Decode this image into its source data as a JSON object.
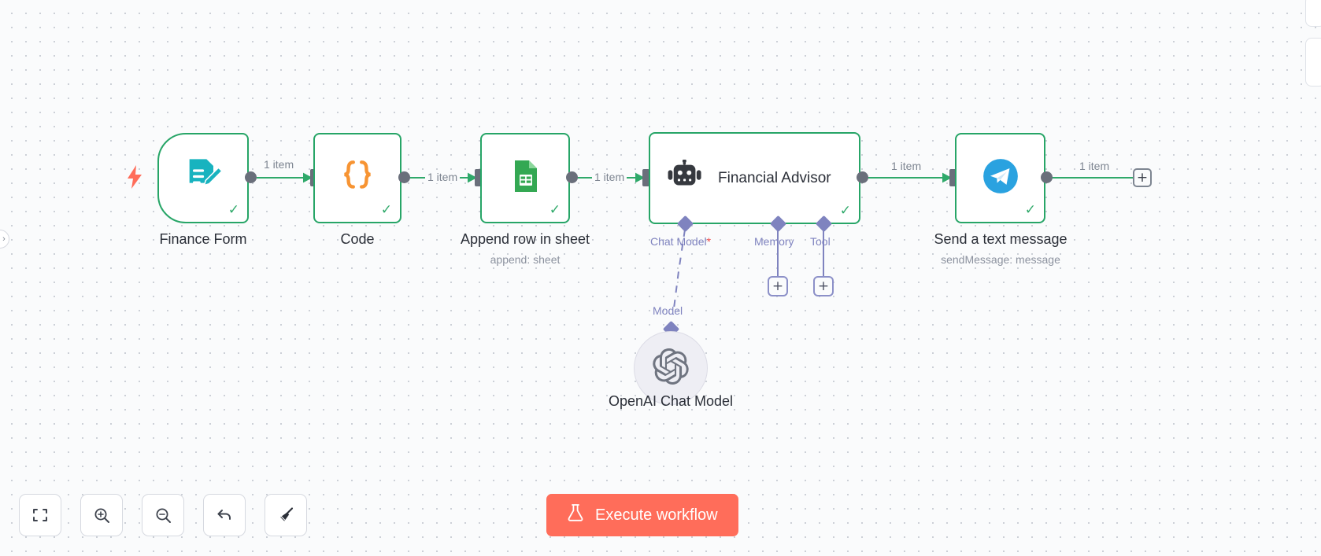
{
  "app": {
    "name": "n8n-workflow-canvas"
  },
  "canvas": {
    "trigger_icon": "lightning-bolt-icon",
    "end_plus_label": "+"
  },
  "nodes": [
    {
      "id": "finance-form",
      "type": "trigger",
      "icon": "form-edit-icon",
      "title": "Finance Form",
      "subtitle": "",
      "status": "success",
      "status_glyph": "✓"
    },
    {
      "id": "code",
      "type": "action",
      "icon": "code-braces-icon",
      "title": "Code",
      "subtitle": "",
      "status": "success",
      "status_glyph": "✓"
    },
    {
      "id": "append-row-in-sheet",
      "type": "action",
      "icon": "google-sheets-icon",
      "title": "Append row in sheet",
      "subtitle": "append: sheet",
      "status": "success",
      "status_glyph": "✓"
    },
    {
      "id": "financial-advisor",
      "type": "agent",
      "icon": "robot-icon",
      "title": "Financial Advisor",
      "subtitle": "",
      "status": "success",
      "status_glyph": "✓"
    },
    {
      "id": "send-a-text-message",
      "type": "action",
      "icon": "telegram-icon",
      "title": "Send a text message",
      "subtitle": "sendMessage: message",
      "status": "success",
      "status_glyph": "✓"
    },
    {
      "id": "openai-chat-model",
      "type": "sub-node",
      "icon": "openai-icon",
      "title": "OpenAI Chat Model",
      "subtitle": "",
      "status": "",
      "status_glyph": ""
    }
  ],
  "connections": [
    {
      "from": "finance-form",
      "to": "code",
      "label": "1 item"
    },
    {
      "from": "code",
      "to": "append-row-in-sheet",
      "label": "1 item"
    },
    {
      "from": "append-row-in-sheet",
      "to": "financial-advisor",
      "label": "1 item"
    },
    {
      "from": "financial-advisor",
      "to": "send-a-text-message",
      "label": "1 item"
    },
    {
      "from": "send-a-text-message",
      "to": "add-node",
      "label": "1 item"
    }
  ],
  "agent_ports": [
    {
      "id": "chat-model",
      "label": "Chat Model",
      "required": true,
      "required_marker": "*",
      "connected_to": "openai-chat-model",
      "sub_link_label": "Model"
    },
    {
      "id": "memory",
      "label": "Memory",
      "required": false,
      "required_marker": "",
      "add_label": "+"
    },
    {
      "id": "tool",
      "label": "Tool",
      "required": false,
      "required_marker": "",
      "add_label": "+"
    }
  ],
  "toolbar": {
    "buttons": [
      {
        "id": "fit-to-view",
        "name": "fit-to-view-button",
        "glyph": "⛶"
      },
      {
        "id": "zoom-in",
        "name": "zoom-in-button",
        "glyph": "+"
      },
      {
        "id": "zoom-out",
        "name": "zoom-out-button",
        "glyph": "−"
      },
      {
        "id": "reset-zoom",
        "name": "reset-zoom-button",
        "glyph": "↺"
      },
      {
        "id": "tidy-up",
        "name": "tidy-up-button",
        "glyph": "broom"
      }
    ]
  },
  "execute": {
    "label": "Execute workflow",
    "icon": "flask-icon",
    "color": "#ff6d5a"
  },
  "colors": {
    "node_border_success": "#27a567",
    "accent_coral": "#ff6d5a",
    "sub_connector_purple": "#7f83bf",
    "required_red": "#ef4b4b",
    "connector_gray": "#6a6f7b",
    "canvas_bg": "#fafbfc"
  },
  "left_handle": {
    "icon": "chevron-right-icon"
  }
}
